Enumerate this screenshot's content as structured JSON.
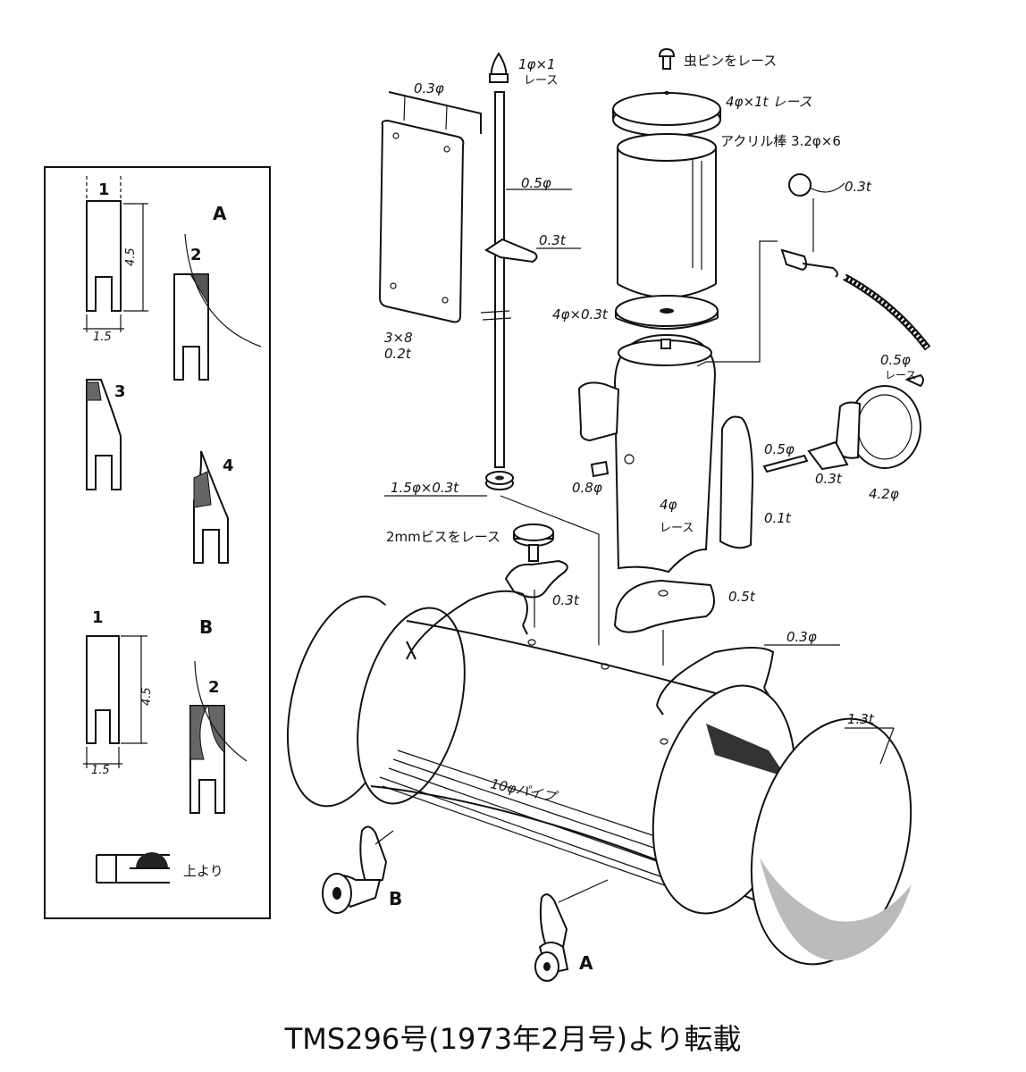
{
  "caption": "TMS296号(1973年2月号)より転載",
  "inset": {
    "section_a": "A",
    "section_b": "B",
    "steps": [
      "1",
      "2",
      "3",
      "4"
    ],
    "dim_height": "4.5",
    "dim_width": "1.5",
    "top_view": "上より"
  },
  "parts": {
    "wire_03": "0.3φ",
    "plate_size": "3×8",
    "plate_thickness": "0.2t",
    "knob": "1φ×1",
    "knob_lathe": "レース",
    "rod": "0.5φ",
    "clip": "0.3t",
    "washer": "1.5φ×0.3t",
    "pin_lathe": "虫ピンをレース",
    "cap": "4φ×1t レース",
    "acrylic": "アクリル棒 3.2φ×6",
    "disc": "4φ×0.3t",
    "cord": "0.3t",
    "lamp_wire": "0.5φ",
    "lamp_lathe": "レース",
    "lamp_rod": "0.5φ",
    "lamp_bracket": "0.3t",
    "lamp_ring": "4.2φ",
    "nozzle": "0.8φ",
    "body_dia": "4φ",
    "body_lathe": "レース",
    "fin": "0.1t",
    "screw": "2mmビスをレース",
    "step": "0.3t",
    "base": "0.5t",
    "handle": "0.3φ",
    "pipe": "10φパイプ",
    "endcap": "1.3t",
    "label_a": "A",
    "label_b": "B"
  }
}
